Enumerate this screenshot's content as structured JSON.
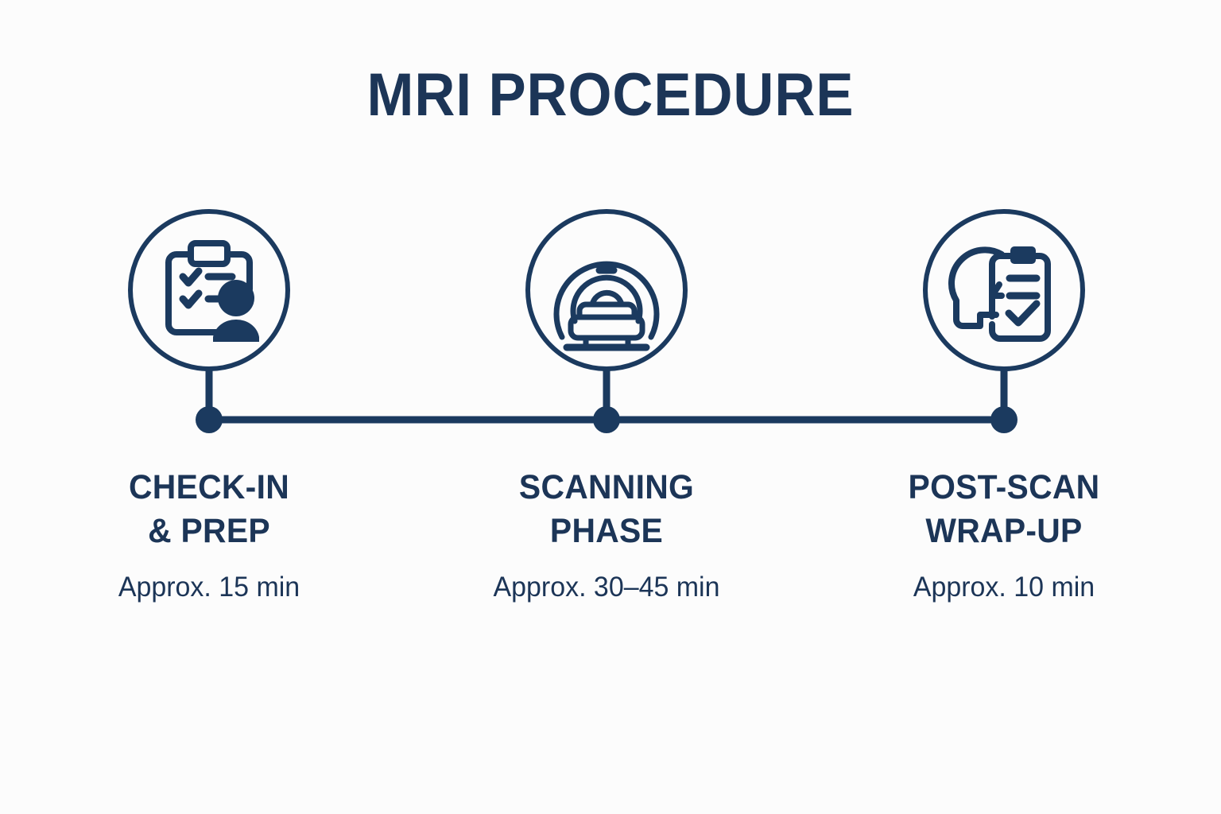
{
  "title": "MRI PROCEDURE",
  "theme": {
    "navy": "#1C3557",
    "line_navy": "#1B3A5F",
    "background": "#FCFCFC"
  },
  "timeline": {
    "steps": [
      {
        "icon_name": "clipboard-checklist-person-icon",
        "title_line1": "CHECK-IN",
        "title_line2": "& PREP",
        "duration": "Approx. 15 min"
      },
      {
        "icon_name": "mri-scanner-icon",
        "title_line1": "SCANNING",
        "title_line2": "PHASE",
        "duration": "Approx. 30–45 min"
      },
      {
        "icon_name": "head-profile-clipboard-check-icon",
        "title_line1": "POST-SCAN",
        "title_line2": "WRAP-UP",
        "duration": "Approx. 10 min"
      }
    ]
  }
}
